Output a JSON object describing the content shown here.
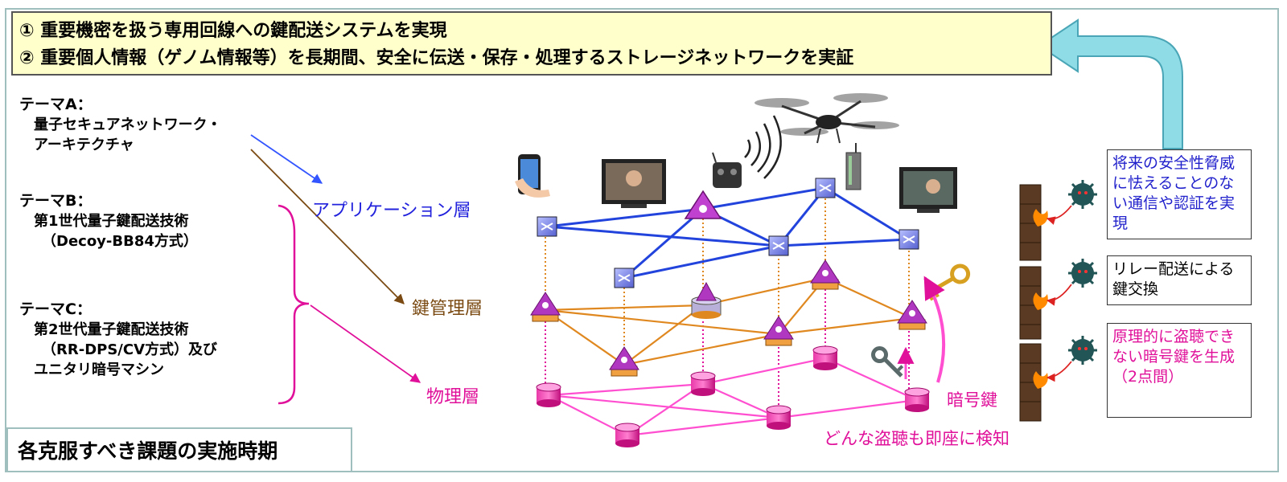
{
  "goals": [
    "① 重要機密を扱う専用回線への鍵配送システムを実現",
    "② 重要個人情報（ゲノム情報等）を長期間、安全に伝送・保存・処理するストレージネットワークを実証"
  ],
  "themes": {
    "a": {
      "title": "テーマA：",
      "lines": [
        "量子セキュアネットワーク・",
        "アーキテクチャ"
      ]
    },
    "b": {
      "title": "テーマB：",
      "lines": [
        "第1世代量子鍵配送技術",
        "（Decoy-BB84方式）"
      ]
    },
    "c": {
      "title": "テーマC：",
      "lines": [
        "第2世代量子鍵配送技術",
        "（RR-DPS/CV方式）及び",
        "ユニタリ暗号マシン"
      ]
    }
  },
  "layers": {
    "application": "アプリケーション層",
    "key_management": "鍵管理層",
    "physical": "物理層"
  },
  "annotations": {
    "crypto_key": "暗号鍵",
    "detect": "どんな盗聴も即座に検知"
  },
  "side_boxes": {
    "future": "将来の安全性脅威に怯えることのない通信や認証を実現",
    "relay": "リレー配送による鍵交換",
    "principle": "原理的に盗聴できない暗号鍵を生成（2点間）"
  },
  "bottom_label": "各克服すべき課題の実施時期",
  "colors": {
    "goal_bg": "#ffffcc",
    "application": "#2222dd",
    "key_management": "#7a4a12",
    "physical": "#e0109a",
    "arrow": "#8fdce6"
  }
}
